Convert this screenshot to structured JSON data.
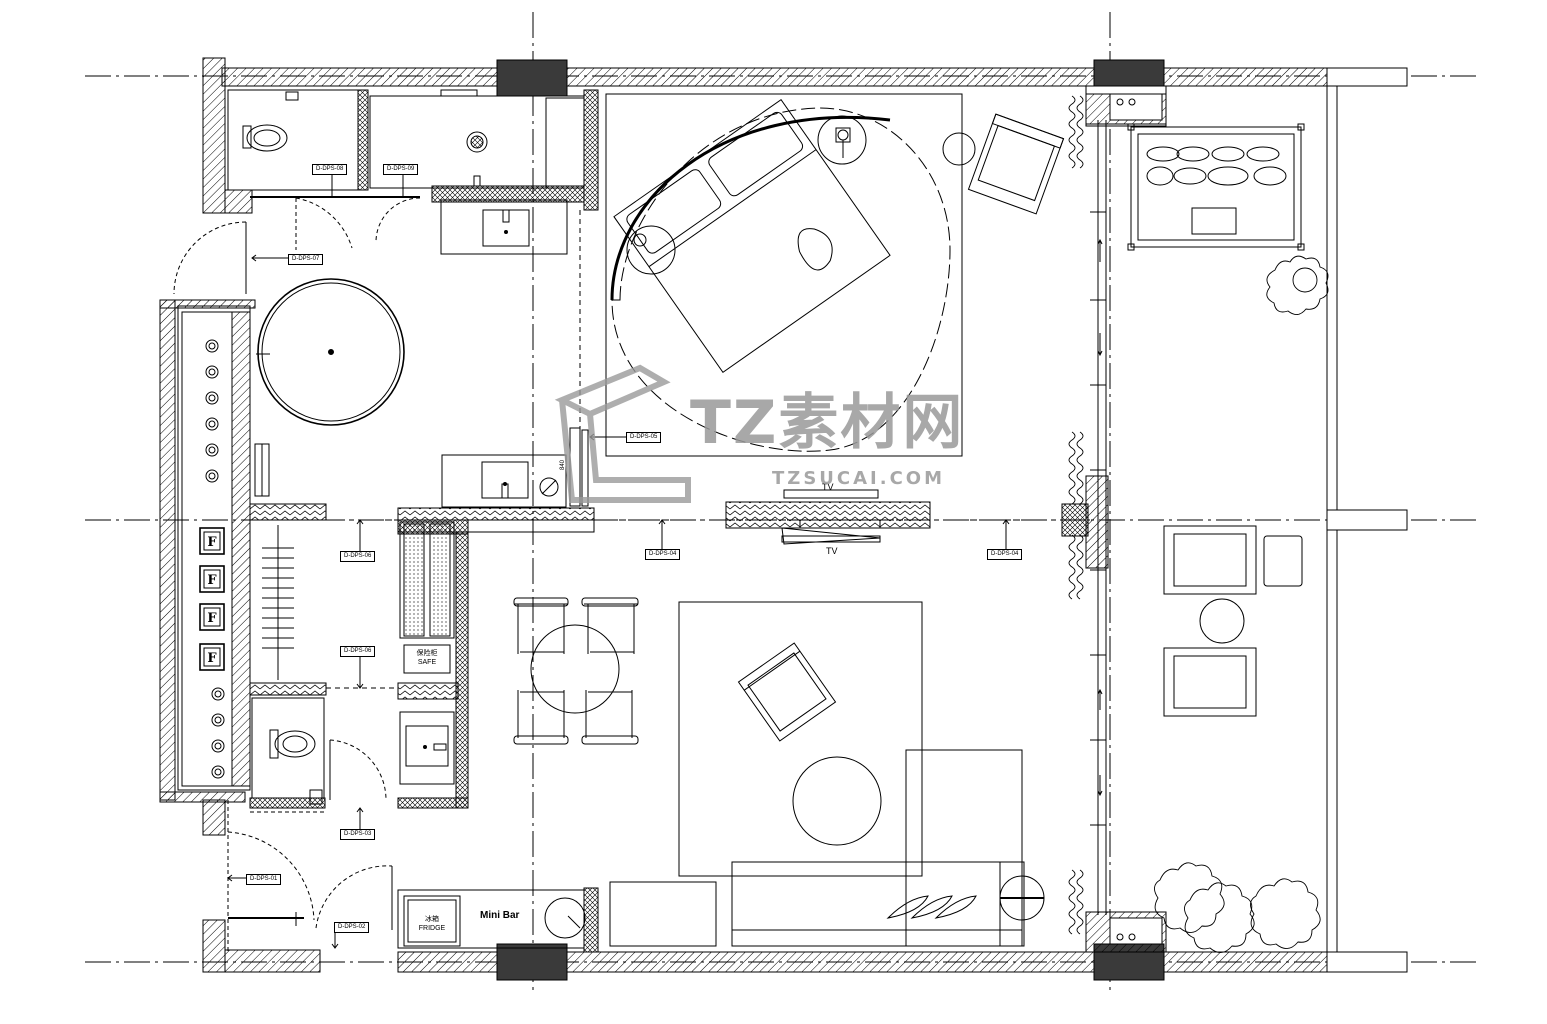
{
  "section_tags": {
    "dps01": "D-DPS-01",
    "dps02": "D-DPS-02",
    "dps03": "D-DPS-03",
    "dps04a": "D-DPS-04",
    "dps04b": "D-DPS-04",
    "dps05": "D-DPS-05",
    "dps06a": "D-DPS-06",
    "dps06b": "D-DPS-06",
    "dps07": "D-DPS-07",
    "dps08": "D-DPS-08",
    "dps09": "D-DPS-09"
  },
  "labels": {
    "tv_upper": "TV",
    "tv_lower": "TV",
    "safe_cn": "保险柜",
    "safe_en": "SAFE",
    "fridge_cn": "冰箱",
    "fridge_en": "FRIDGE",
    "minibar": "Mini Bar",
    "dimension": "840",
    "locker_mark": "F"
  },
  "watermark": {
    "brand": "TZ素材网",
    "url": "TZSUCAI.COM"
  },
  "colors": {
    "line": "#000000",
    "column_fill": "#3a3a3a",
    "watermark": "#9a9a9a"
  }
}
